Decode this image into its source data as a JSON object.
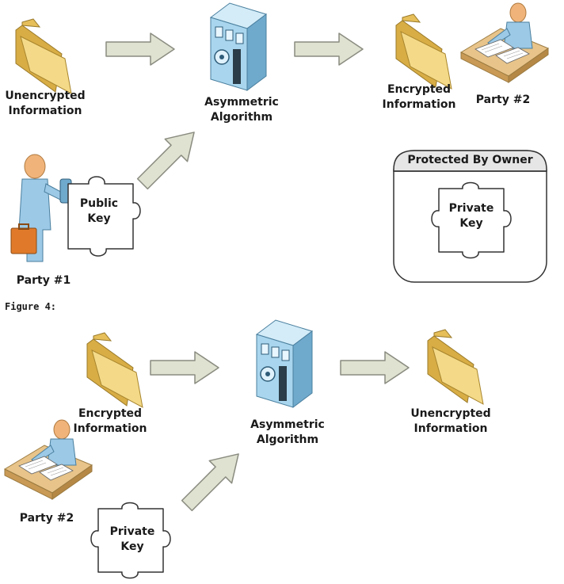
{
  "figure_caption": "Figure 4:",
  "top": {
    "unencrypted": [
      "Unencrypted",
      "Information"
    ],
    "algorithm": [
      "Asymmetric",
      "Algorithm"
    ],
    "encrypted": [
      "Encrypted",
      "Information"
    ],
    "party2": "Party #2",
    "party1": "Party #1",
    "public_key": [
      "Public",
      "Key"
    ],
    "protected_box_title": "Protected By Owner",
    "private_key": [
      "Private",
      "Key"
    ]
  },
  "bottom": {
    "encrypted": [
      "Encrypted",
      "Information"
    ],
    "algorithm": [
      "Asymmetric",
      "Algorithm"
    ],
    "unencrypted": [
      "Unencrypted",
      "Information"
    ],
    "party2": "Party #2",
    "private_key": [
      "Private",
      "Key"
    ]
  },
  "colors": {
    "arrow_fill": "#dfe2d0",
    "arrow_stroke": "#8a8c80",
    "folder_fill": "#f2d27a",
    "folder_dark": "#d8ad45",
    "building": "#a9d6ee",
    "person": "#9cc9e6",
    "skin": "#f0b47a",
    "briefcase": "#e07a2a",
    "desk": "#e8c48a"
  }
}
